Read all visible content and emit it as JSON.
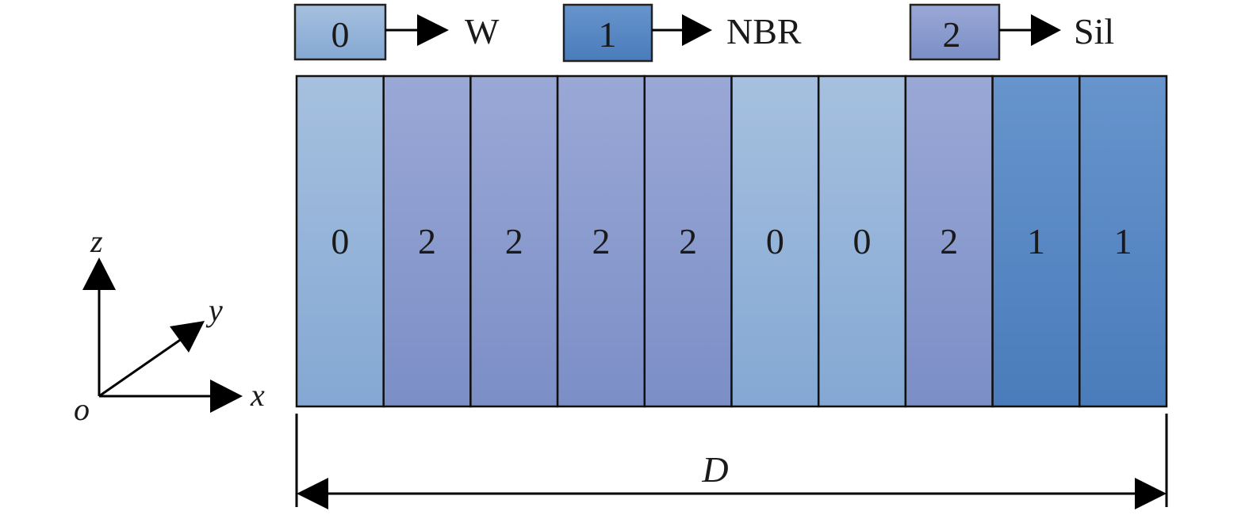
{
  "legend": [
    {
      "code": "0",
      "material": "W",
      "color_top": "#a6c0df",
      "color_bottom": "#84a8d3"
    },
    {
      "code": "1",
      "material": "NBR",
      "color_top": "#6794cc",
      "color_bottom": "#4a7cbb"
    },
    {
      "code": "2",
      "material": "Sil",
      "color_top": "#9aa8d6",
      "color_bottom": "#7b8ec6"
    }
  ],
  "layers": [
    "0",
    "2",
    "2",
    "2",
    "2",
    "0",
    "0",
    "2",
    "1",
    "1"
  ],
  "axes": {
    "z": "z",
    "y": "y",
    "x": "x",
    "origin": "o"
  },
  "dimension": {
    "label": "D"
  }
}
